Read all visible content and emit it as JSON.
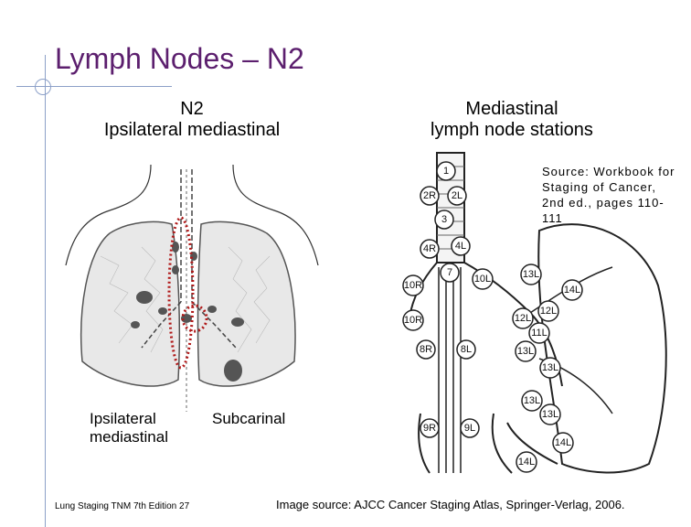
{
  "slide": {
    "title": "Lymph Nodes – N2",
    "left_heading": [
      "N2",
      "Ipsilateral mediastinal"
    ],
    "right_heading": [
      "Mediastinal",
      "lymph node stations"
    ],
    "source_note": "Source:  Workbook for Staging of Cancer, 2nd ed., pages 110-111",
    "label_ipsilateral": [
      "Ipsilateral",
      "mediastinal"
    ],
    "label_subcarinal": "Subcarinal",
    "footer_left": "Lung Staging TNM 7th Edition   27",
    "footer_right": "Image source: AJCC Cancer Staging Atlas, Springer-Verlag, 2006."
  },
  "stations": [
    "1",
    "2R",
    "2L",
    "3",
    "4R",
    "4L",
    "7",
    "10L",
    "10R",
    "8R",
    "8L",
    "13L",
    "14L",
    "12L",
    "11L",
    "10R",
    "12L",
    "13L",
    "13L",
    "13L",
    "9R",
    "9L",
    "13L",
    "14L",
    "14L"
  ],
  "colors": {
    "title": "#5c1f6e",
    "highlight": "#b01818",
    "decor": "#8ca0c8"
  }
}
